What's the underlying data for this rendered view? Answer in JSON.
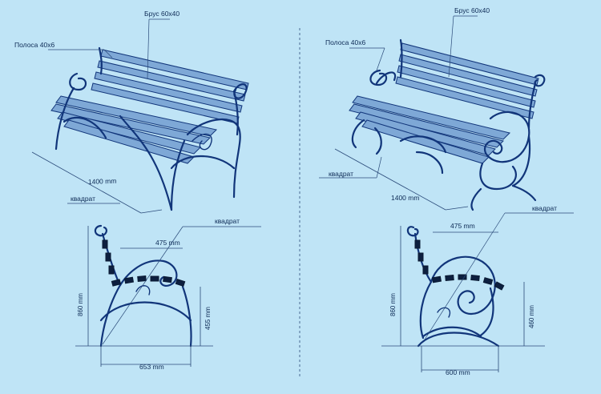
{
  "labels": {
    "left_top_beam": "Брус 60x40",
    "left_top_strip": "Полоса 40x6",
    "left_top_width": "1400 mm",
    "left_top_square": "квадрат",
    "right_top_beam": "Брус 60x40",
    "right_top_strip": "Полоса 40x6",
    "right_top_square": "квадрат",
    "right_top_width": "1400 mm",
    "left_side_square": "квадрат",
    "left_side_depth": "475 mm",
    "left_side_height": "860 mm",
    "left_side_seat": "455 mm",
    "left_side_base": "653 mm",
    "right_side_square": "квадрат",
    "right_side_depth": "475 mm",
    "right_side_height": "860 mm",
    "right_side_seat": "460 mm",
    "right_side_base": "600 mm"
  },
  "colors": {
    "background": "#bfe4f6",
    "frame": "#11357a",
    "slat": "#7ea8d6",
    "text": "#0d2a55"
  }
}
